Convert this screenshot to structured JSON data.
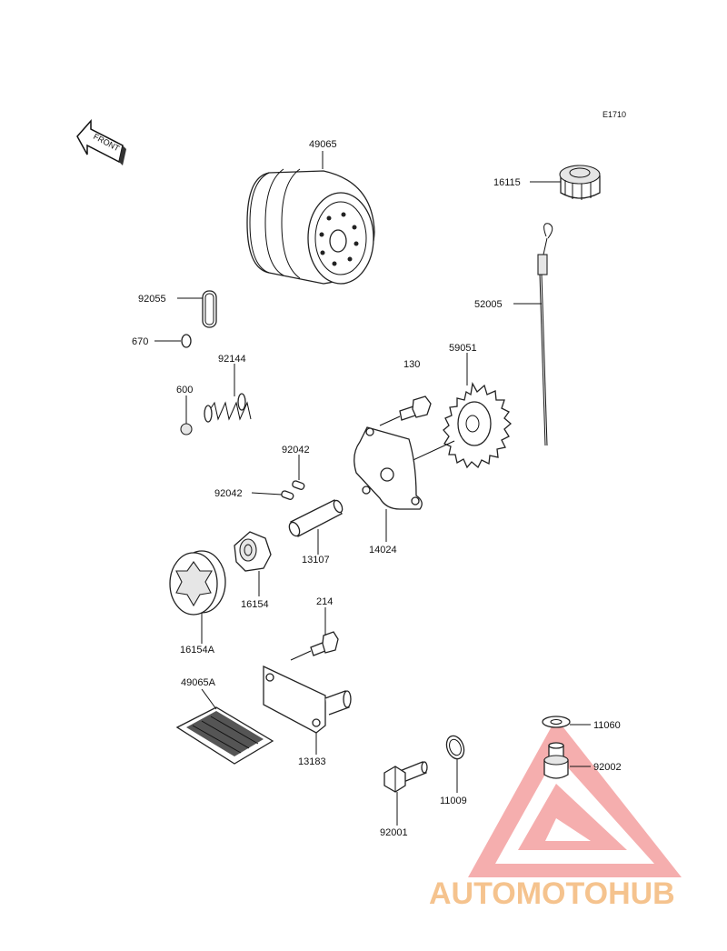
{
  "diagram": {
    "ref_code": "E1710",
    "front_label": "FRONT",
    "parts": [
      {
        "number": "49065"
      },
      {
        "number": "16115"
      },
      {
        "number": "92055"
      },
      {
        "number": "670"
      },
      {
        "number": "52005"
      },
      {
        "number": "92144"
      },
      {
        "number": "130"
      },
      {
        "number": "59051"
      },
      {
        "number": "600"
      },
      {
        "number": "92042"
      },
      {
        "number": "92042"
      },
      {
        "number": "13107"
      },
      {
        "number": "14024"
      },
      {
        "number": "16154"
      },
      {
        "number": "214"
      },
      {
        "number": "16154A"
      },
      {
        "number": "49065A"
      },
      {
        "number": "13183"
      },
      {
        "number": "11060"
      },
      {
        "number": "92002"
      },
      {
        "number": "11009"
      },
      {
        "number": "92001"
      }
    ]
  },
  "watermark": {
    "text": "AUTOMOTOHUB",
    "color_primary": "#f0a1a1",
    "color_accent": "#f5c089",
    "color_text_dark": "#7a7a7a"
  }
}
